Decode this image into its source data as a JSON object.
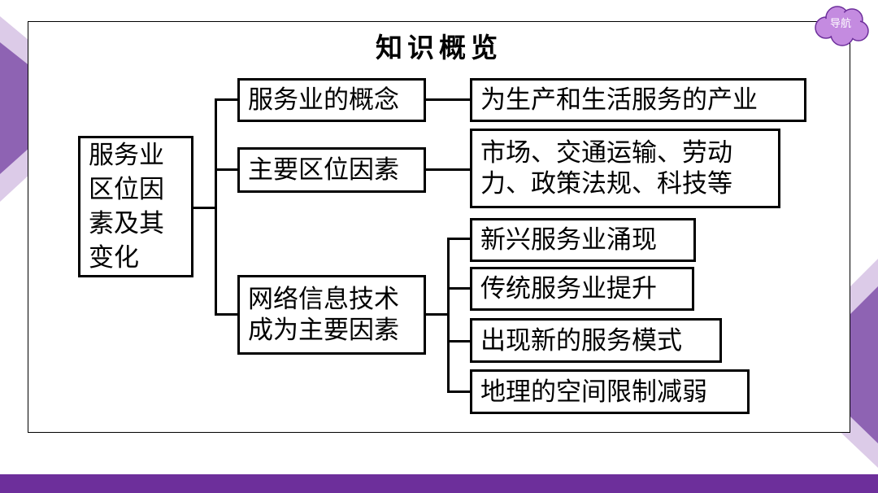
{
  "title": "知识概览",
  "nav": {
    "label": "导航"
  },
  "root": {
    "label": "服务业区位因素及其变化"
  },
  "branches": [
    {
      "label": "服务业的概念",
      "children": [
        "为生产和生活服务的产业"
      ]
    },
    {
      "label": "主要区位因素",
      "children": [
        "市场、交通运输、劳动力、政策法规、科技等"
      ]
    },
    {
      "label": "网络信息技术成为主要因素",
      "children": [
        "新兴服务业涌现",
        "传统服务业提升",
        "出现新的服务模式",
        "地理的空间限制减弱"
      ]
    }
  ],
  "colors": {
    "accent": "#6d2f9b",
    "triangle_light": "#dccbe8",
    "triangle_dark": "#8e63b3",
    "cloud": "#c48be0"
  }
}
